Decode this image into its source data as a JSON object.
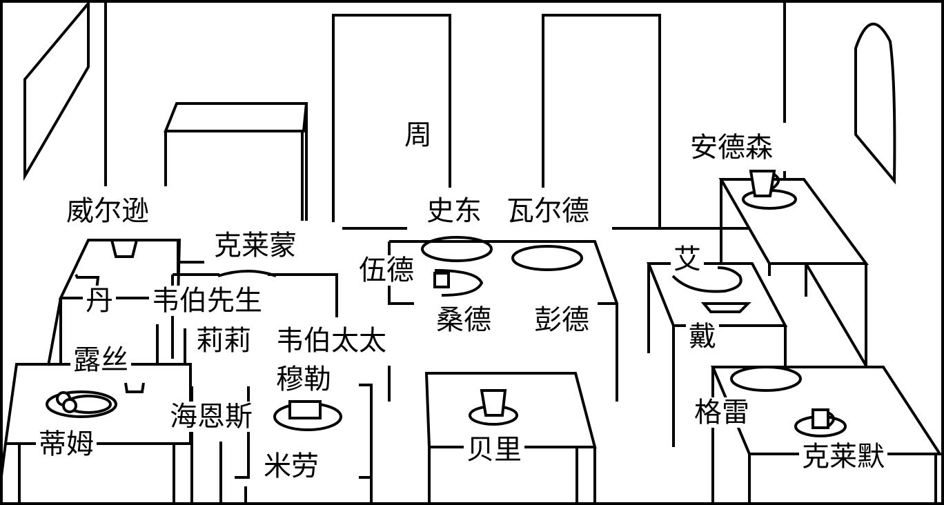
{
  "scene": {
    "title": "Café seating plan",
    "line_color": "#000000",
    "background": "#ffffff"
  },
  "labels": {
    "zhou": "周",
    "anderson": "安德森",
    "wilson": "威尔逊",
    "shidong": "史东",
    "walder": "瓦尔德",
    "clement": "克莱蒙",
    "wood": "伍德",
    "dan": "丹",
    "mr_weber": "韦伯先生",
    "ai": "艾",
    "sander": "桑德",
    "pengde": "彭德",
    "lily": "莉莉",
    "mrs_weber": "韦伯太太",
    "dai": "戴",
    "ruth": "露丝",
    "muller": "穆勒",
    "tim": "蒂姆",
    "haines": "海恩斯",
    "gray": "格雷",
    "barry": "贝里",
    "milao": "米劳",
    "klemo": "克莱默"
  }
}
